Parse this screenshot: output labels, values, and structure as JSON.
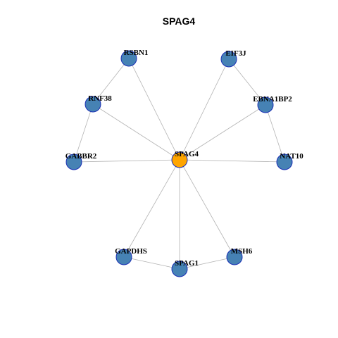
{
  "title": "SPAG4",
  "colors": {
    "center_fill": "#ffa500",
    "node_fill": "#4682b4",
    "node_stroke": "#1a2fb5",
    "edge": "#b3b3b3"
  },
  "nodes": [
    {
      "id": "SPAG4",
      "label": "SPAG4",
      "center": true
    },
    {
      "id": "RSBN1",
      "label": "RSBN1"
    },
    {
      "id": "EIF3J",
      "label": "EIF3J"
    },
    {
      "id": "RNF38",
      "label": "RNF38"
    },
    {
      "id": "EBNA1BP2",
      "label": "EBNA1BP2"
    },
    {
      "id": "GABBR2",
      "label": "GABBR2"
    },
    {
      "id": "NAT10",
      "label": "NAT10"
    },
    {
      "id": "GAPDHS",
      "label": "GAPDHS"
    },
    {
      "id": "MSH6",
      "label": "MSH6"
    },
    {
      "id": "SPAG1",
      "label": "SPAG1"
    }
  ],
  "edges": [
    [
      "SPAG4",
      "RSBN1"
    ],
    [
      "SPAG4",
      "EIF3J"
    ],
    [
      "SPAG4",
      "RNF38"
    ],
    [
      "SPAG4",
      "EBNA1BP2"
    ],
    [
      "SPAG4",
      "GABBR2"
    ],
    [
      "SPAG4",
      "NAT10"
    ],
    [
      "SPAG4",
      "GAPDHS"
    ],
    [
      "SPAG4",
      "MSH6"
    ],
    [
      "SPAG4",
      "SPAG1"
    ],
    [
      "RSBN1",
      "RNF38"
    ],
    [
      "RNF38",
      "GABBR2"
    ],
    [
      "EIF3J",
      "EBNA1BP2"
    ],
    [
      "EBNA1BP2",
      "NAT10"
    ],
    [
      "GAPDHS",
      "SPAG1"
    ],
    [
      "SPAG1",
      "MSH6"
    ]
  ]
}
